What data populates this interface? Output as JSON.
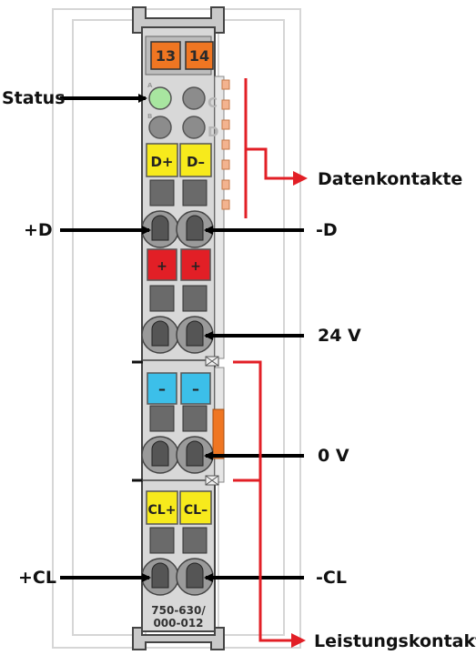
{
  "module": {
    "channel_numbers": [
      "13",
      "14"
    ],
    "led_letters": [
      "A",
      "C",
      "B",
      "D"
    ],
    "contact_labels": {
      "data_plus": "D+",
      "data_minus": "D–",
      "supply_plus": "+",
      "supply_minus_left": "–",
      "supply_minus_right": "–",
      "cl_plus": "CL+",
      "cl_minus": "CL–"
    },
    "part_number_line1": "750-630/",
    "part_number_line2": "000-012"
  },
  "annotations": {
    "status": "Status",
    "plus_d": "+D",
    "minus_d": "-D",
    "datenkontakte": "Datenkontakte",
    "v24": "24 V",
    "v0": "0 V",
    "plus_cl": "+CL",
    "minus_cl": "-CL",
    "leistungskontakte": "Leistungskontakte"
  },
  "colors": {
    "orange": "#ef7622",
    "led_green": "#a8e6a0",
    "yellow": "#f7ea1c",
    "red": "#e21f26",
    "blue": "#3cbfe9",
    "body_gray": "#d8d8d8",
    "arrow_red": "#e21f26"
  }
}
